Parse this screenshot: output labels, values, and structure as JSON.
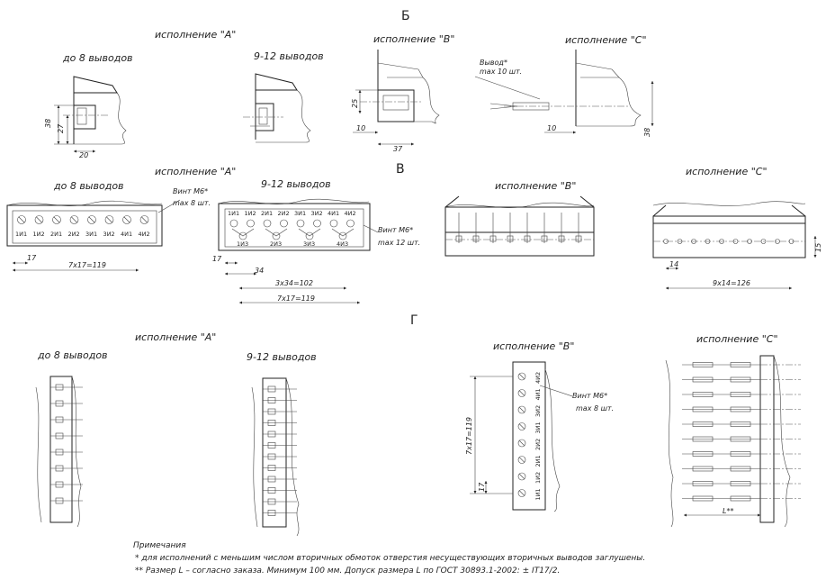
{
  "sections": {
    "b": "Б",
    "v": "В",
    "g": "Г"
  },
  "variants": {
    "a": "исполнение \"А\"",
    "b": "исполнение \"В\"",
    "c": "исполнение \"С\""
  },
  "pin_counts": {
    "up_to_8": "до 8 выводов",
    "from_9_to_12": "9-12 выводов"
  },
  "section_b": {
    "dims_a8": [
      "38",
      "27",
      "20"
    ],
    "dims_b": [
      "25",
      "10",
      "37"
    ],
    "dims_c": [
      "10",
      "38"
    ],
    "lead_label": "Вывод*",
    "lead_max": "max 10 шт."
  },
  "section_v": {
    "screw_a_label": "Винт М6*",
    "screw_a_max": "max 8 шт.",
    "screw_a12_label": "Винт М6*",
    "screw_a12_max": "max 12 шт.",
    "terminals_8": [
      "1И1",
      "1И2",
      "2И1",
      "2И2",
      "3И1",
      "3И2",
      "4И1",
      "4И2"
    ],
    "terminals_12_top": [
      "1И1",
      "1И2",
      "2И1",
      "2И2",
      "3И1",
      "3И2",
      "4И1",
      "4И2"
    ],
    "terminals_12_bottom": [
      "1И3",
      "2И3",
      "3И3",
      "4И3"
    ],
    "dims_a8": [
      "17",
      "7x17=119"
    ],
    "dims_a12": [
      "17",
      "34",
      "3x34=102",
      "7x17=119"
    ],
    "dims_c": [
      "14",
      "9x14=126",
      "15"
    ]
  },
  "section_g": {
    "terminals_b": [
      "1И1",
      "1И2",
      "2И1",
      "2И2",
      "3И1",
      "3И2",
      "4И1",
      "4И2"
    ],
    "dims_b": [
      "7x17=119",
      "17"
    ],
    "screw_label": "Винт М6*",
    "screw_max": "max 8 шт.",
    "dim_c": "L**"
  },
  "notes": {
    "title": "Примечания",
    "line1": "* для исполнений с меньшим числом вторичных обмоток отверстия несуществующих вторичных выводов заглушены.",
    "line2": "** Размер L – согласно заказа. Минимум 100 мм. Допуск размера L по ГОСТ 30893.1-2002: ± IT17/2."
  }
}
